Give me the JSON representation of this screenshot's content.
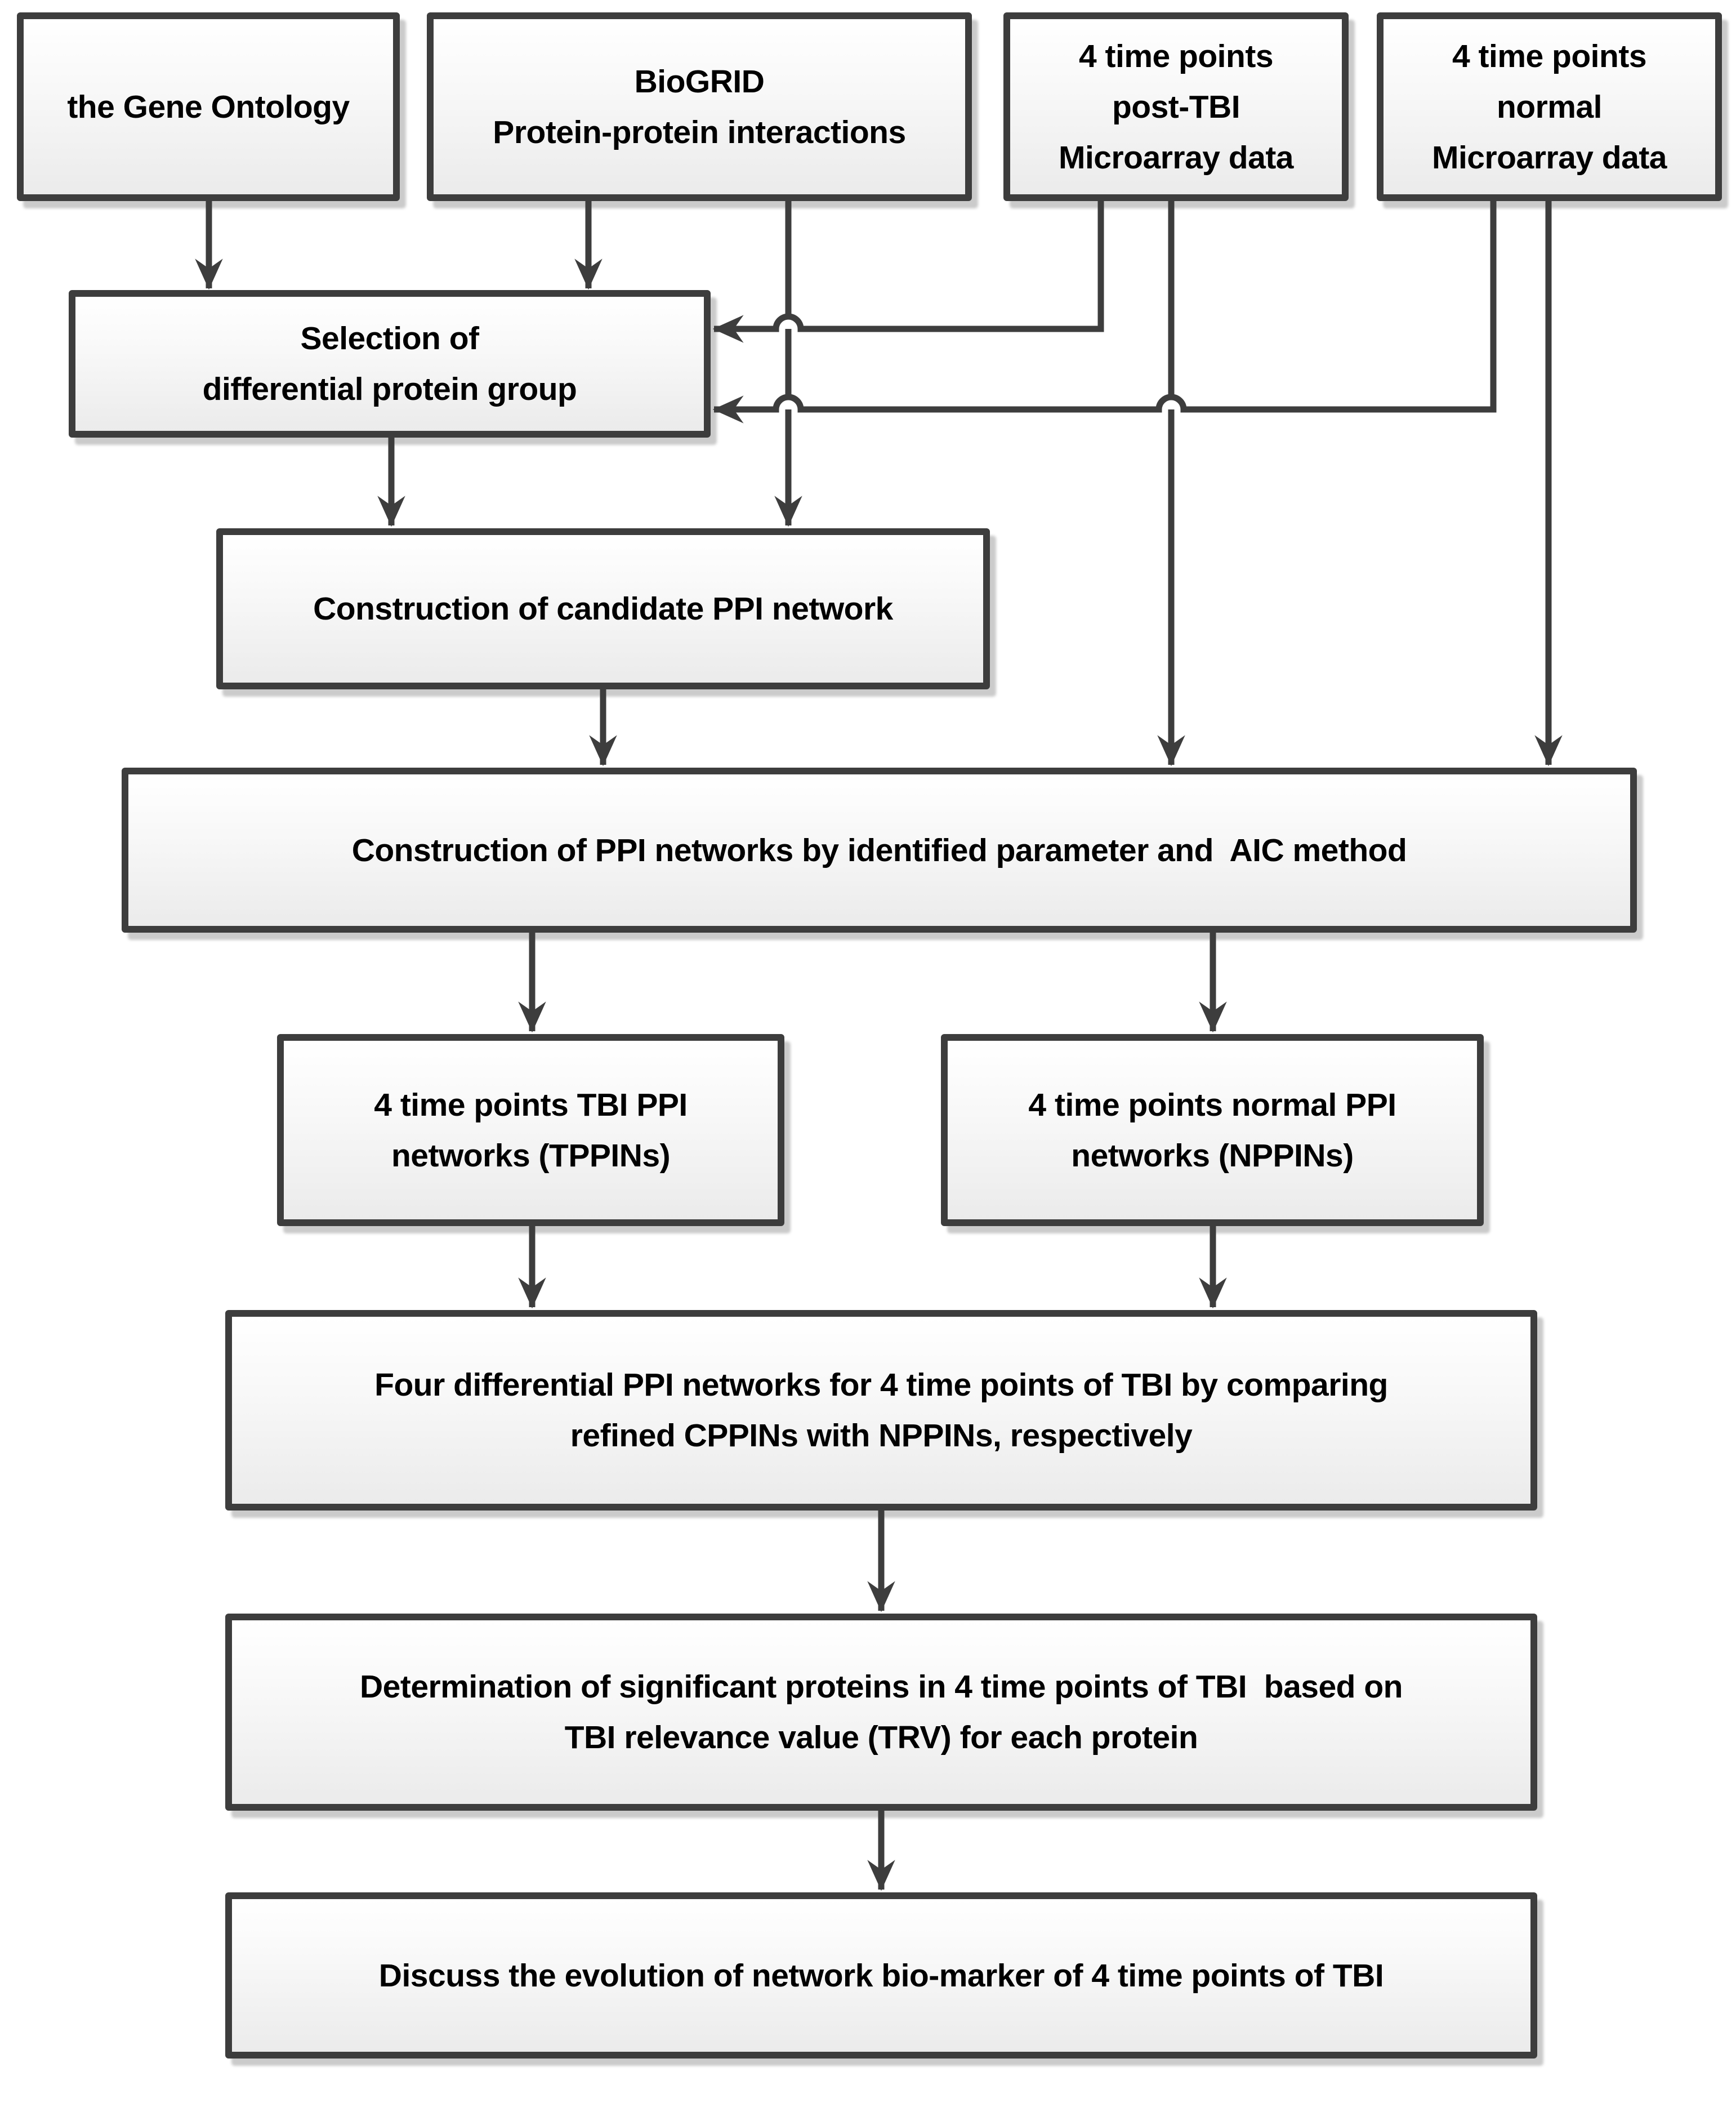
{
  "figure": {
    "type": "flowchart",
    "background": "#ffffff"
  },
  "colors": {
    "line": "#3d3d3d",
    "box_border": "#3d3d3d",
    "box_fill_top": "#ffffff",
    "box_fill_bottom": "#ebebeb",
    "text": "#000000",
    "shadow": "#8c8c8c"
  },
  "nodes": {
    "gene_ontology": {
      "lines": [
        "the Gene Ontology"
      ]
    },
    "biogrid": {
      "lines": [
        "BioGRID",
        "Protein-protein interactions"
      ]
    },
    "post_tbi_microarray": {
      "lines": [
        "4 time points",
        "post-TBI",
        "Microarray data"
      ]
    },
    "normal_microarray": {
      "lines": [
        "4 time points",
        "normal",
        "Microarray data"
      ]
    },
    "selection": {
      "lines": [
        "Selection of",
        "differential protein group"
      ]
    },
    "candidate_network": {
      "lines": [
        "Construction of candidate PPI network"
      ]
    },
    "ppi_construction": {
      "lines": [
        "Construction of PPI networks by identified parameter and  AIC method"
      ]
    },
    "tppins": {
      "lines": [
        "4 time points TBI PPI",
        "networks (TPPINs)"
      ]
    },
    "nppins": {
      "lines": [
        "4 time points normal PPI",
        "networks (NPPINs)"
      ]
    },
    "differential_networks": {
      "lines": [
        "Four differential PPI networks for 4 time points of TBI by comparing",
        "refined CPPINs with NPPINs, respectively"
      ]
    },
    "determination": {
      "lines": [
        "Determination of significant proteins in 4 time points of TBI  based on",
        "TBI relevance value (TRV) for each protein"
      ]
    },
    "discussion": {
      "lines": [
        "Discuss the evolution of network bio-marker of 4 time points of TBI"
      ]
    }
  },
  "edges": [
    {
      "from": "gene_ontology",
      "to": "selection"
    },
    {
      "from": "biogrid",
      "to": "selection"
    },
    {
      "from": "biogrid",
      "to": "candidate_network"
    },
    {
      "from": "post_tbi_microarray",
      "to": "selection"
    },
    {
      "from": "post_tbi_microarray",
      "to": "ppi_construction"
    },
    {
      "from": "normal_microarray",
      "to": "selection"
    },
    {
      "from": "normal_microarray",
      "to": "ppi_construction"
    },
    {
      "from": "selection",
      "to": "candidate_network"
    },
    {
      "from": "candidate_network",
      "to": "ppi_construction"
    },
    {
      "from": "ppi_construction",
      "to": "tppins"
    },
    {
      "from": "ppi_construction",
      "to": "nppins"
    },
    {
      "from": "tppins",
      "to": "differential_networks"
    },
    {
      "from": "nppins",
      "to": "differential_networks"
    },
    {
      "from": "differential_networks",
      "to": "determination"
    },
    {
      "from": "determination",
      "to": "discussion"
    }
  ]
}
